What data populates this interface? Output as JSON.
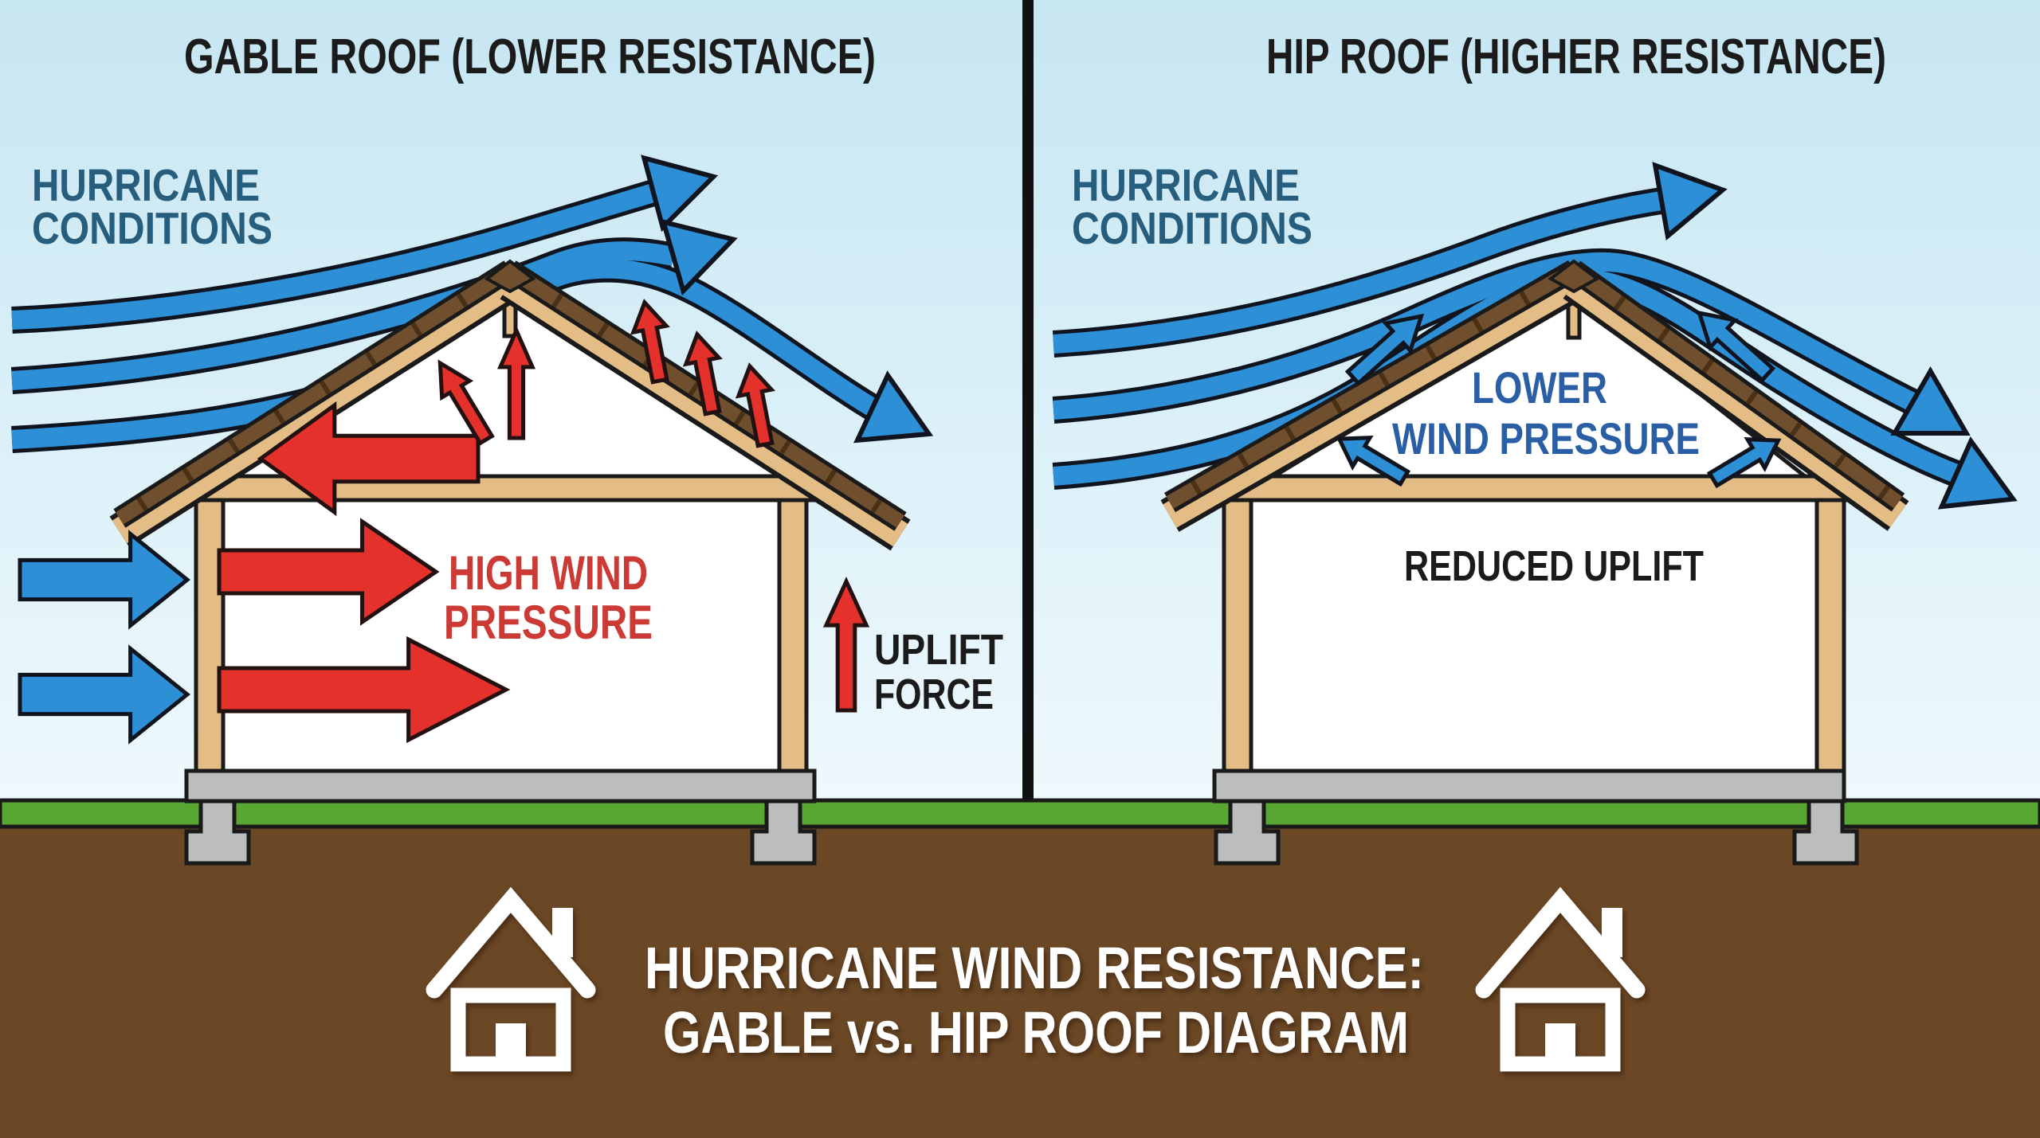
{
  "panels": {
    "left": {
      "title": "GABLE ROOF (LOWER RESISTANCE)",
      "wind_label_line1": "HURRICANE",
      "wind_label_line2": "CONDITIONS",
      "pressure_line1": "HIGH WIND",
      "pressure_line2": "PRESSURE",
      "uplift_line1": "UPLIFT",
      "uplift_line2": "FORCE"
    },
    "right": {
      "title": "HIP ROOF (HIGHER RESISTANCE)",
      "wind_label_line1": "HURRICANE",
      "wind_label_line2": "CONDITIONS",
      "pressure_line1": "LOWER",
      "pressure_line2": "WIND PRESSURE",
      "uplift_label": "REDUCED UPLIFT"
    }
  },
  "caption": {
    "line1": "HURRICANE WIND RESISTANCE:",
    "line2": "GABLE vs. HIP ROOF DIAGRAM"
  },
  "icons": {
    "left_house_icon": "house-icon",
    "right_house_icon": "house-icon"
  },
  "colors": {
    "sky_top": "#c6e6f2",
    "sky_bottom": "#eef9fd",
    "wind_blue": "#2d8fd5",
    "stream_outline": "#10141f",
    "arrow_red": "#e5312b",
    "red_text": "#cc3a35",
    "dark_blue_text": "#275e7d",
    "steel_blue_text": "#2a5fa5",
    "black_text": "#1b1b1b",
    "wood_tan": "#e3bd85",
    "shingle_brown": "#6f4f2d",
    "shingle_tick": "#4a3015",
    "grass_green": "#58a733",
    "soil_brown": "#6a4725",
    "foundation_gray": "#bcbebe",
    "outline": "#1a1a1a",
    "divider_black": "#111111",
    "caption_white": "#ffffff"
  }
}
